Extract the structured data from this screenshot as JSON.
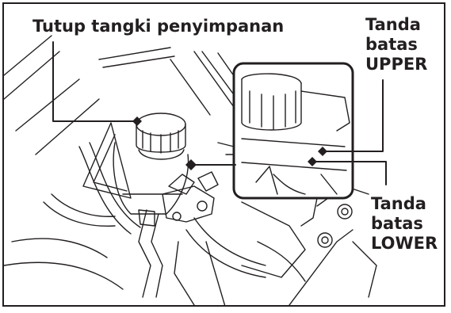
{
  "labels": {
    "cap": "Tutup tangki penyimpanan",
    "upper": [
      "Tanda",
      "batas",
      "UPPER"
    ],
    "lower": [
      "Tanda",
      "batas",
      "LOWER"
    ]
  },
  "colors": {
    "ink": "#231f20",
    "background": "#ffffff"
  }
}
